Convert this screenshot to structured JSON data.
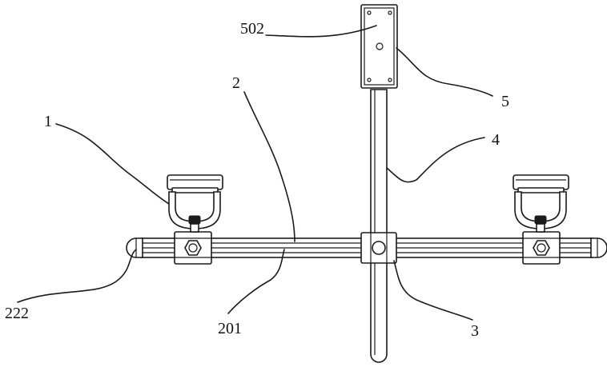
{
  "labels": {
    "l502": "502",
    "l5": "5",
    "l2": "2",
    "l1": "1",
    "l4": "4",
    "l222": "222",
    "l201": "201",
    "l3": "3"
  }
}
